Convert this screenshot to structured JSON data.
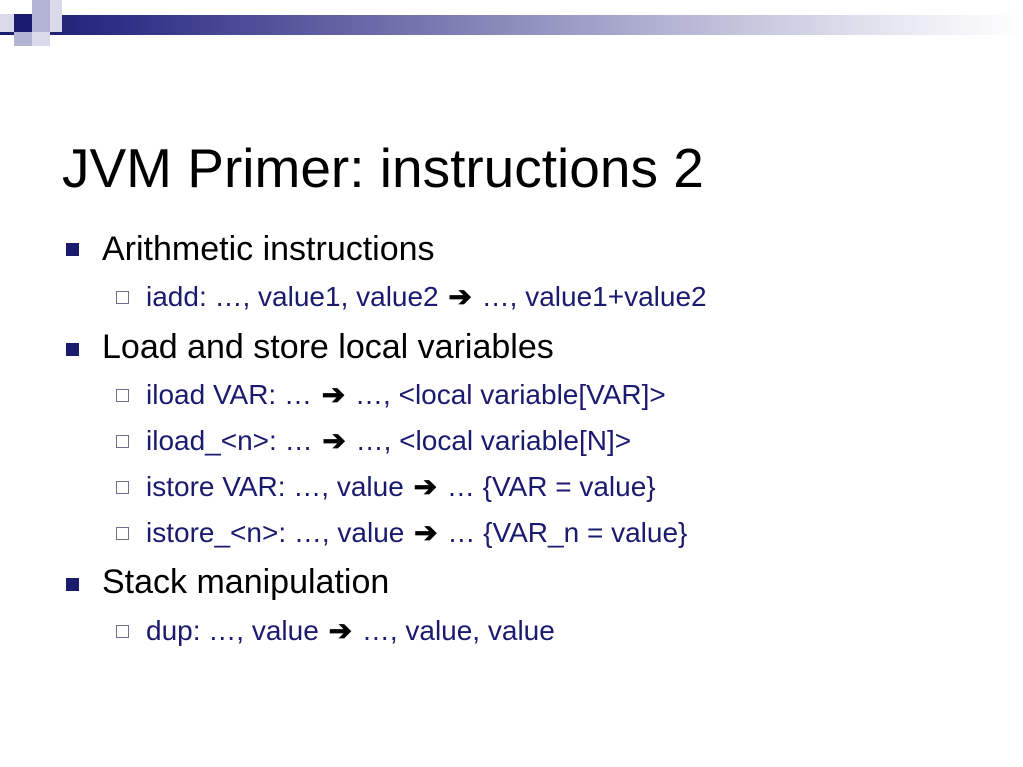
{
  "slide": {
    "title": "JVM Primer: instructions 2",
    "arrow_glyph": "➔",
    "items": [
      {
        "text": "Arithmetic instructions",
        "subitems": [
          {
            "before": "iadd: …, value1, value2",
            "after": "…, value1+value2"
          }
        ]
      },
      {
        "text": "Load and store local variables",
        "subitems": [
          {
            "before": "iload VAR: …",
            "after": "…, <local variable[VAR]>"
          },
          {
            "before": "iload_<n>: …",
            "after": "…, <local variable[N]>"
          },
          {
            "before": "istore VAR: …, value",
            "after": "… {VAR = value}"
          },
          {
            "before": "istore_<n>: …, value",
            "after": "… {VAR_n = value}"
          }
        ]
      },
      {
        "text": "Stack manipulation",
        "subitems": [
          {
            "before": "dup: …, value",
            "after": "…, value, value"
          }
        ]
      }
    ]
  },
  "colors": {
    "accent": "#1a1a6e",
    "subtext": "#1a1a6e",
    "text": "#000000",
    "background": "#ffffff"
  }
}
